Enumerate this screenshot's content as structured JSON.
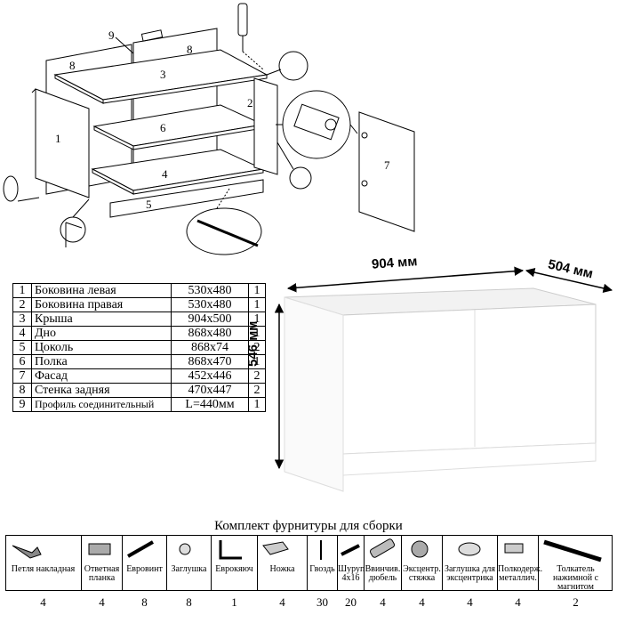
{
  "drawing": {
    "part_numbers": [
      "1",
      "2",
      "3",
      "4",
      "5",
      "6",
      "7",
      "8",
      "8",
      "9"
    ]
  },
  "dimensions": {
    "width": "904 мм",
    "depth": "504 мм",
    "height": "546 мм"
  },
  "parts": [
    {
      "no": "1",
      "name": "Боковина левая",
      "size": "530x480",
      "qty": "1"
    },
    {
      "no": "2",
      "name": "Боковина правая",
      "size": "530x480",
      "qty": "1"
    },
    {
      "no": "3",
      "name": "Крыша",
      "size": "904x500",
      "qty": "1"
    },
    {
      "no": "4",
      "name": "Дно",
      "size": "868x480",
      "qty": "1"
    },
    {
      "no": "5",
      "name": "Цоколь",
      "size": "868x74",
      "qty": "2"
    },
    {
      "no": "6",
      "name": "Полка",
      "size": "868x470",
      "qty": "1"
    },
    {
      "no": "7",
      "name": "Фасад",
      "size": "452x446",
      "qty": "2"
    },
    {
      "no": "8",
      "name": "Стенка задняя",
      "size": "470x447",
      "qty": "2"
    },
    {
      "no": "9",
      "name": "Профиль соединительный",
      "size": "L=440мм",
      "qty": "1"
    }
  ],
  "kit": {
    "title": "Комплект фурнитуры для сборки",
    "items": [
      {
        "label": "Петля накладная",
        "qty": "4",
        "icon": "hinge-icon"
      },
      {
        "label": "Ответная планка",
        "qty": "4",
        "icon": "mounting-plate-icon"
      },
      {
        "label": "Евровинт",
        "qty": "8",
        "icon": "euro-screw-icon"
      },
      {
        "label": "Заглушка",
        "qty": "8",
        "icon": "cap-icon"
      },
      {
        "label": "Еврокяюч",
        "qty": "1",
        "icon": "hex-key-icon"
      },
      {
        "label": "Ножка",
        "qty": "4",
        "icon": "foot-icon"
      },
      {
        "label": "Гвоздь",
        "qty": "30",
        "icon": "nail-icon"
      },
      {
        "label": "Шуруп 4x16",
        "qty": "20",
        "icon": "screw-icon"
      },
      {
        "label": "Ввинчив. дюбель",
        "qty": "4",
        "icon": "dowel-icon"
      },
      {
        "label": "Эксцентр. стяжка",
        "qty": "4",
        "icon": "cam-lock-icon"
      },
      {
        "label": "Заглушка для эксцентрика",
        "qty": "4",
        "icon": "cam-cap-icon"
      },
      {
        "label": "Полкодерж. металлич.",
        "qty": "4",
        "icon": "shelf-pin-icon"
      },
      {
        "label": "Толкатель нажимной с магнитом",
        "qty": "2",
        "icon": "push-latch-icon"
      }
    ]
  }
}
